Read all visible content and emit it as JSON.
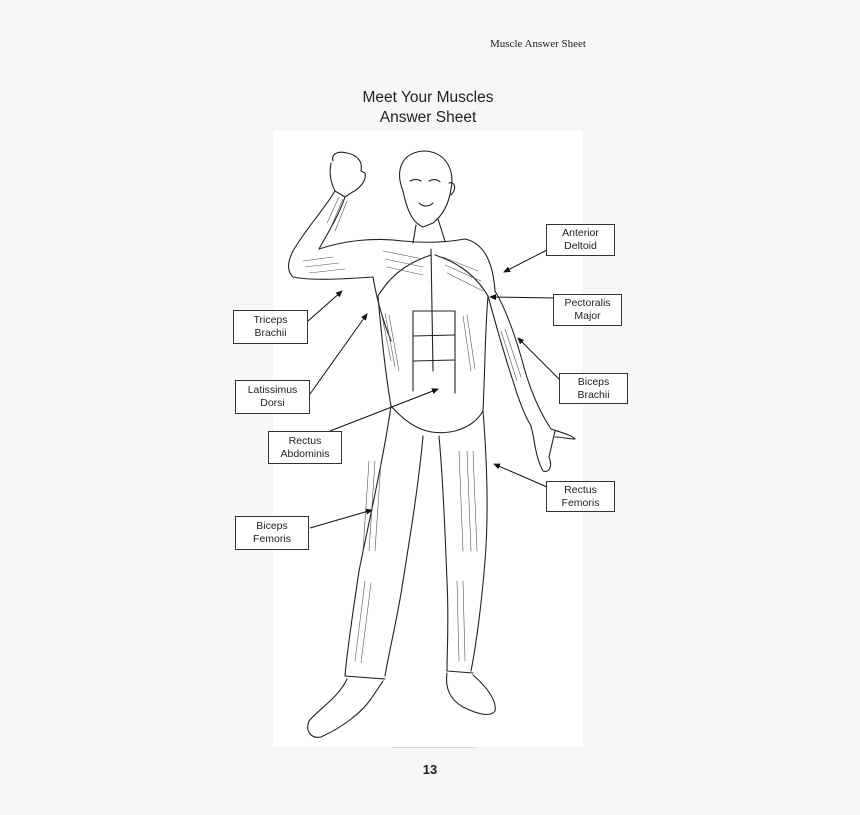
{
  "header": {
    "running_title": "Muscle Answer Sheet"
  },
  "title": {
    "line1": "Meet Your Muscles",
    "line2": "Answer Sheet"
  },
  "figure": {
    "description": "front-view human muscular system illustration",
    "labels": [
      {
        "id": "anterior-deltoid",
        "line1": "Anterior",
        "line2": "Deltoid"
      },
      {
        "id": "pectoralis-major",
        "line1": "Pectoralis",
        "line2": "Major"
      },
      {
        "id": "biceps-brachii",
        "line1": "Biceps",
        "line2": "Brachii"
      },
      {
        "id": "rectus-femoris",
        "line1": "Rectus",
        "line2": "Femoris"
      },
      {
        "id": "triceps-brachii",
        "line1": "Triceps",
        "line2": "Brachii"
      },
      {
        "id": "latissimus-dorsi",
        "line1": "Latissimus",
        "line2": "Dorsi"
      },
      {
        "id": "rectus-abdominis",
        "line1": "Rectus",
        "line2": "Abdominis"
      },
      {
        "id": "biceps-femoris",
        "line1": "Biceps",
        "line2": "Femoris"
      }
    ]
  },
  "footer": {
    "page_number": "13"
  },
  "colors": {
    "page_bg": "#f6f6f6",
    "panel_bg": "#ffffff",
    "ink": "#222222"
  }
}
